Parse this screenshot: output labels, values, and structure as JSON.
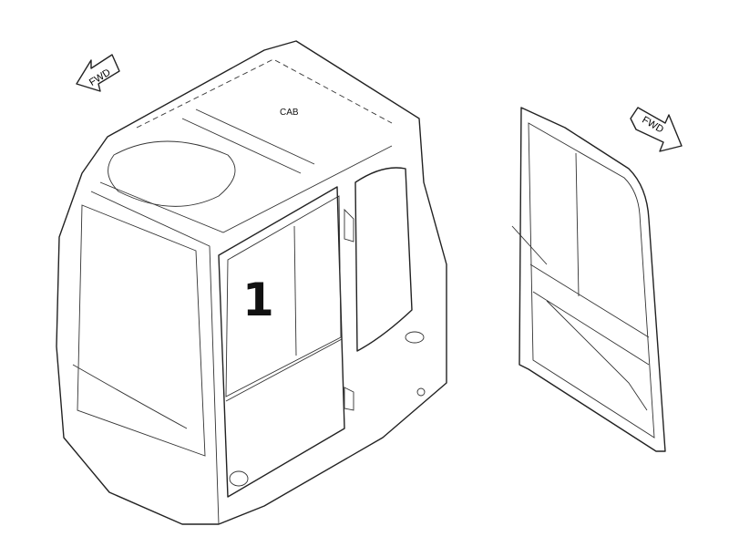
{
  "labels": {
    "cab": "CAB",
    "callout": "1",
    "fwd_left": "FWD",
    "fwd_right": "FWD"
  }
}
